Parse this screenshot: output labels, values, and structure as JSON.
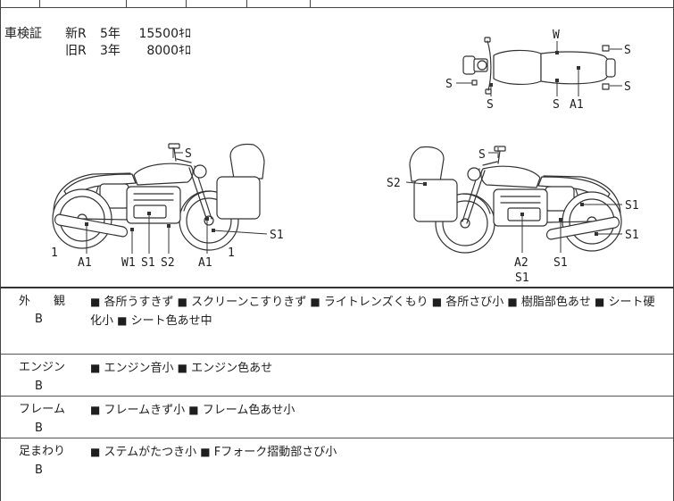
{
  "inspection_certificate": {
    "label": "車検証",
    "rows": [
      {
        "era": "新R",
        "years": "5年",
        "mileage": "15500ｷﾛ"
      },
      {
        "era": "旧R",
        "years": "3年",
        "mileage": "8000ｷﾛ"
      }
    ]
  },
  "diagrams": {
    "top_view": {
      "labels": [
        "W",
        "S",
        "S",
        "S",
        "S",
        "S",
        "A1"
      ]
    },
    "left_side_view": {
      "labels": [
        "S",
        "S1",
        "1",
        "A1",
        "W1",
        "S1",
        "S2",
        "A1",
        "1"
      ]
    },
    "right_side_view": {
      "labels": [
        "S",
        "S2",
        "S1",
        "S1",
        "A2",
        "S1",
        "S1"
      ]
    }
  },
  "bullet": "■",
  "sections": [
    {
      "name": "外　観",
      "grade": "B",
      "items": [
        "各所うすきず",
        "スクリーンこすりきず",
        "ライトレンズくもり",
        "各所さび小",
        "樹脂部色あせ",
        "シート硬化小",
        "シート色あせ中"
      ]
    },
    {
      "name": "エンジン",
      "grade": "B",
      "items": [
        "エンジン音小",
        "エンジン色あせ"
      ]
    },
    {
      "name": "フレーム",
      "grade": "B",
      "items": [
        "フレームきず小",
        "フレーム色あせ小"
      ]
    },
    {
      "name": "足まわり",
      "grade": "B",
      "items": [
        "ステムがたつき小",
        "Fフォーク摺動部さび小"
      ]
    }
  ]
}
